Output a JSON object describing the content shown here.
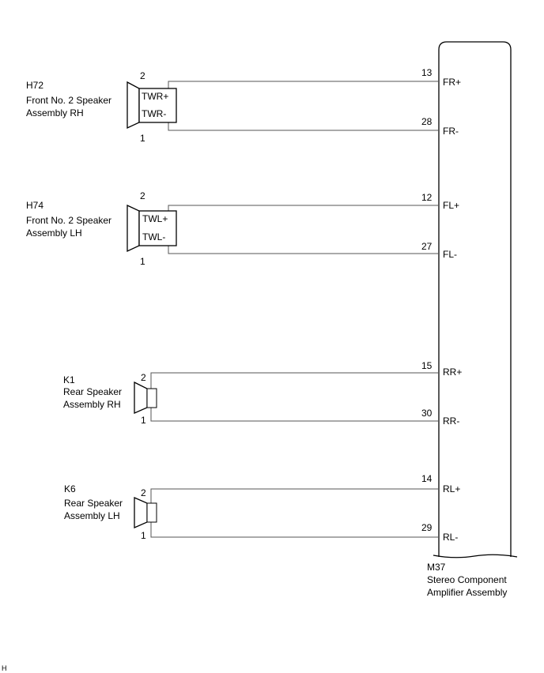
{
  "speakers": [
    {
      "code": "H72",
      "name_lines": [
        "Front No. 2 Speaker",
        "Assembly RH"
      ],
      "terminal_labels": [
        "TWR+",
        "TWR-"
      ],
      "pin_top": "2",
      "pin_bottom": "1"
    },
    {
      "code": "H74",
      "name_lines": [
        "Front No. 2 Speaker",
        "Assembly LH"
      ],
      "terminal_labels": [
        "TWL+",
        "TWL-"
      ],
      "pin_top": "2",
      "pin_bottom": "1"
    },
    {
      "code": "K1",
      "name_lines": [
        "Rear Speaker",
        "Assembly RH"
      ],
      "terminal_labels": [],
      "pin_top": "2",
      "pin_bottom": "1"
    },
    {
      "code": "K6",
      "name_lines": [
        "Rear Speaker",
        "Assembly LH"
      ],
      "terminal_labels": [],
      "pin_top": "2",
      "pin_bottom": "1"
    }
  ],
  "amplifier": {
    "code": "M37",
    "name_lines": [
      "Stereo Component",
      "Amplifier Assembly"
    ],
    "pins": [
      {
        "number": "13",
        "label": "FR+"
      },
      {
        "number": "28",
        "label": "FR-"
      },
      {
        "number": "12",
        "label": "FL+"
      },
      {
        "number": "27",
        "label": "FL-"
      },
      {
        "number": "15",
        "label": "RR+"
      },
      {
        "number": "30",
        "label": "RR-"
      },
      {
        "number": "14",
        "label": "RL+"
      },
      {
        "number": "29",
        "label": "RL-"
      }
    ]
  },
  "footer_mark": "H"
}
